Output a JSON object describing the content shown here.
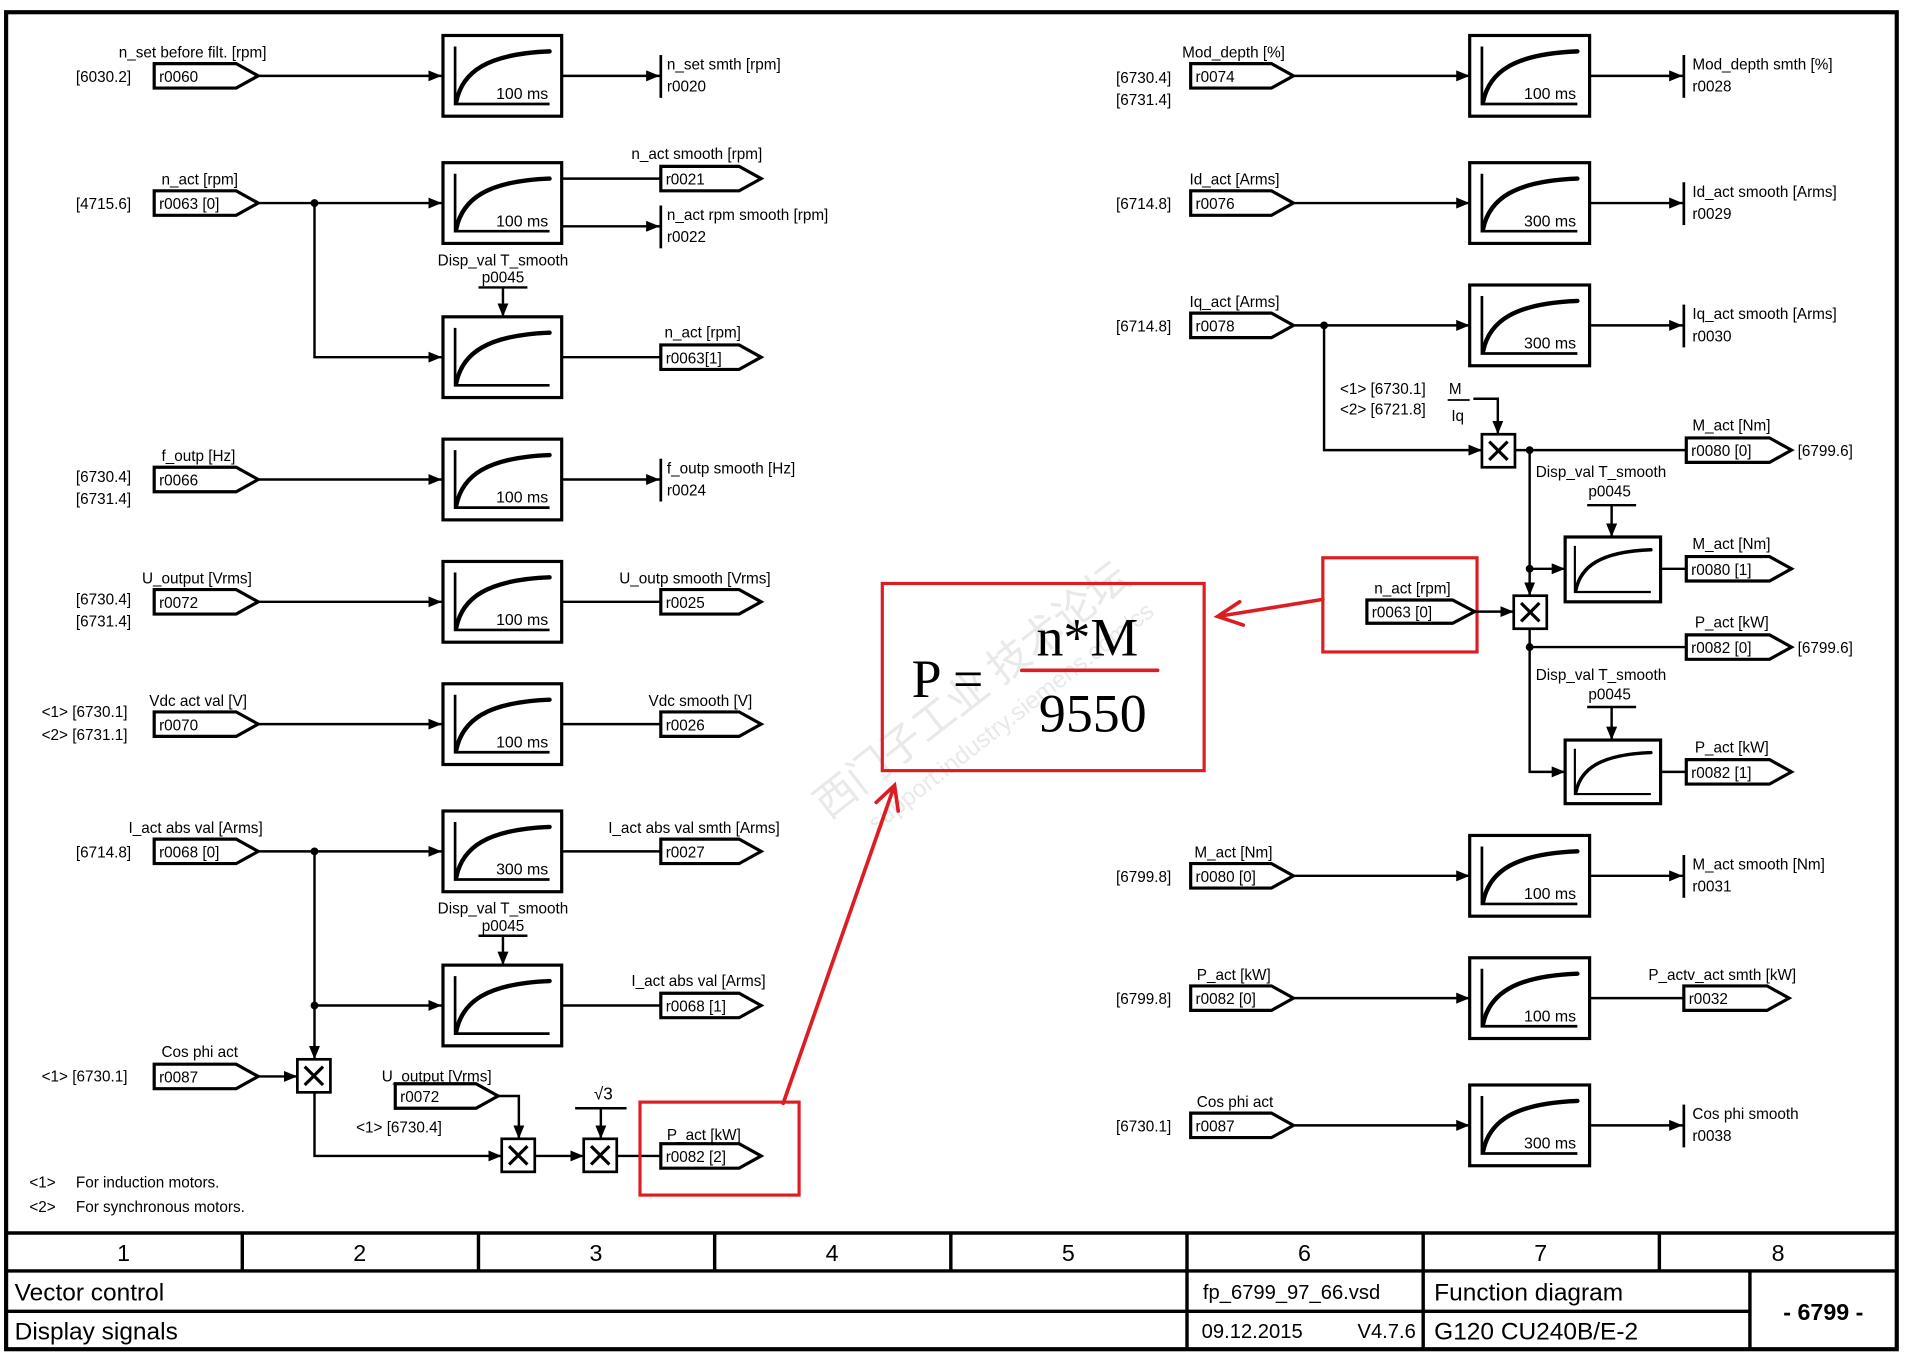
{
  "colors": {
    "ink": "#000000",
    "highlight": "#dc1e23",
    "paper": "#ffffff"
  },
  "smoothing": {
    "label": "Disp_val T_smooth",
    "param": "p0045"
  },
  "left": {
    "n_set": {
      "label": "n_set before filt. [rpm]",
      "ref": "[6030.2]",
      "param": "r0060",
      "time": "100 ms",
      "out_label": "n_set smth [rpm]",
      "out_param": "r0020"
    },
    "n_act": {
      "label": "n_act [rpm]",
      "ref": "[4715.6]",
      "param": "r0063 [0]",
      "time": "100 ms",
      "out_smooth_label": "n_act smooth [rpm]",
      "out_smooth_param": "r0021",
      "out_rpm_label": "n_act rpm smooth [rpm]",
      "out_rpm_param": "r0022",
      "out_adj_label": "n_act [rpm]",
      "out_adj_param": "r0063[1]"
    },
    "f_outp": {
      "label": "f_outp [Hz]",
      "refs": [
        "[6730.4]",
        "[6731.4]"
      ],
      "param": "r0066",
      "time": "100 ms",
      "out_label": "f_outp smooth [Hz]",
      "out_param": "r0024"
    },
    "u_output": {
      "label": "U_output [Vrms]",
      "refs": [
        "[6730.4]",
        "[6731.4]"
      ],
      "param": "r0072",
      "time": "100 ms",
      "out_label": "U_outp smooth [Vrms]",
      "out_param": "r0025"
    },
    "vdc": {
      "label": "Vdc act val [V]",
      "refs": [
        "<1> [6730.1]",
        "<2> [6731.1]"
      ],
      "param": "r0070",
      "time": "100 ms",
      "out_label": "Vdc smooth [V]",
      "out_param": "r0026"
    },
    "i_act": {
      "label": "I_act abs val [Arms]",
      "ref": "[6714.8]",
      "param": "r0068 [0]",
      "time": "300 ms",
      "out_label": "I_act abs val smth [Arms]",
      "out_param": "r0027",
      "out_adj_label": "I_act abs val [Arms]",
      "out_adj_param": "r0068 [1]"
    },
    "cos_phi": {
      "label": "Cos phi act",
      "ref": "<1> [6730.1]",
      "param": "r0087"
    },
    "power": {
      "u_label": "U_output [Vrms]",
      "u_param": "r0072",
      "u_ref": "<1> [6730.4]",
      "factor": "√3",
      "out_label": "P_act [kW]",
      "out_param": "r0082 [2]"
    }
  },
  "right": {
    "mod_depth": {
      "label": "Mod_depth [%]",
      "refs": [
        "[6730.4]",
        "[6731.4]"
      ],
      "param": "r0074",
      "time": "100 ms",
      "out_label": "Mod_depth smth [%]",
      "out_param": "r0028"
    },
    "id_act": {
      "label": "Id_act [Arms]",
      "ref": "[6714.8]",
      "param": "r0076",
      "time": "300 ms",
      "out_label": "Id_act smooth [Arms]",
      "out_param": "r0029"
    },
    "iq_act": {
      "label": "Iq_act [Arms]",
      "ref": "[6714.8]",
      "param": "r0078",
      "time": "300 ms",
      "out_label": "Iq_act smooth [Arms]",
      "out_param": "r0030"
    },
    "torque": {
      "refs": [
        "<1> [6730.1]",
        "<2> [6721.8]"
      ],
      "numerator": "M",
      "denominator": "Iq",
      "out_label": "M_act [Nm]",
      "out_param": "r0080 [0]",
      "out_ref": "[6799.6]",
      "out_adj_label": "M_act [Nm]",
      "out_adj_param": "r0080 [1]"
    },
    "power": {
      "in_label": "n_act [rpm]",
      "in_param": "r0063 [0]",
      "out_label": "P_act [kW]",
      "out_param": "r0082 [0]",
      "out_ref": "[6799.6]",
      "out_adj_label": "P_act [kW]",
      "out_adj_param": "r0082 [1]"
    },
    "m_act": {
      "label": "M_act [Nm]",
      "ref": "[6799.8]",
      "param": "r0080 [0]",
      "time": "100 ms",
      "out_label": "M_act smooth [Nm]",
      "out_param": "r0031"
    },
    "p_act": {
      "label": "P_act [kW]",
      "ref": "[6799.8]",
      "param": "r0082 [0]",
      "time": "100 ms",
      "out_label": "P_actv_act smth [kW]",
      "out_param": "r0032"
    },
    "cos_phi": {
      "label": "Cos phi act",
      "ref": "[6730.1]",
      "param": "r0087",
      "time": "300 ms",
      "out_label": "Cos phi smooth",
      "out_param": "r0038"
    }
  },
  "footnotes": [
    {
      "mark": "<1>",
      "text": "For induction motors."
    },
    {
      "mark": "<2>",
      "text": "For synchronous motors."
    }
  ],
  "formula": {
    "lhs": "P =",
    "numerator": "n*M",
    "denominator": "9550"
  },
  "watermark": {
    "line1": "西门子工业 技术论坛",
    "line2": "support.industry.siemens.com/cs"
  },
  "title_block": {
    "columns": [
      "1",
      "2",
      "3",
      "4",
      "5",
      "6",
      "7",
      "8"
    ],
    "area": "Vector control",
    "subject": "Display signals",
    "file": "fp_6799_97_66.vsd",
    "date": "09.12.2015",
    "version": "V4.7.6",
    "doc_type": "Function diagram",
    "device": "G120 CU240B/E-2",
    "sheet": "- 6799 -"
  }
}
